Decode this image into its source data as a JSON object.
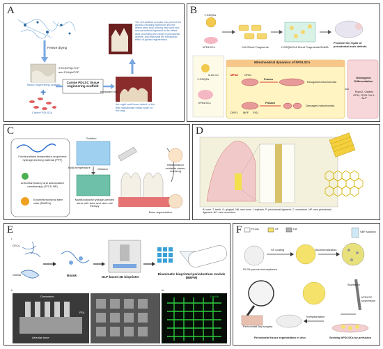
{
  "panels": {
    "a": {
      "label": "A",
      "freeze": "Freeze drying",
      "material1": "2%CS/2%β-TCP",
      "material2": "and 2%Hyb/TCP",
      "scaffold": "Tissue engineering scaffold",
      "plus": "+",
      "cells": "Canine PDLSCs",
      "center": "Canine PDLSC tissue engineering scaffold",
      "transplant": "transplant into",
      "defect": "the night wall bone defect of the first mandibular molar tooth of the dog",
      "note": "The cell scaffold complex can prevent the growth of binding epithelium into the defect area, thus forming new bone and new periodontal ligament in the defect area, promoting the repair of periodontal defects, and improving the therapeutic effect of guided regeneration."
    },
    "b": {
      "label": "B",
      "y_gsqd": "Y-GSQDs",
      "hpdlscs": "hPDLSCs",
      "frag": "Cell Sheet Fragments",
      "frag_gelma": "Y-GSQD/Cell Sheet Fragments/GelMA",
      "promote": "Promote the repair of periodontal bone defects",
      "mito": "Mitochondrial dynamics of hPDLSCs",
      "fusion": "Fusion",
      "fission": "Fission",
      "mfn": "MFN2",
      "opa": "OPA1",
      "drp": "DRP1",
      "mff": "MFF",
      "fis": "FIS1",
      "elong": "Elongated mitochondria",
      "damaged": "Damaged mitochondria",
      "size": "5-10 nm",
      "y2": "Y-GSQDs",
      "h2": "hPDLSCs",
      "osteo": "Osteogenic Differentiation",
      "markers": "Runx2, Osterix OPN, OCN Col-1, ALP"
    },
    "c": {
      "label": "C",
      "item1": "Functionalized temperature-responsive hydrogel-forming material (PPF)",
      "item2": "Anti-inflammatory and antioxidative nanotherapy (TFCD NP)",
      "item3": "Ectomesenchymal stem cells (EMSCs)",
      "solution": "Solution",
      "body_temp": "Body temperature",
      "gelation": "Gelation",
      "niche": "Multifunctional hydrogel-derived stem cell niche and stem cell therapy",
      "inflam": "Inflammation/ oxidative stress-resolving",
      "bone": "Bone regeneration"
    },
    "d": {
      "label": "D",
      "caption": "B: bone. T: teeth. G: gingival. NB: new bone. I: implants. P: periodontal ligament. C: cementum. NP: new periodontal ligament. NC: new cementum."
    },
    "e": {
      "label": "E",
      "i": "i",
      "dfcs": "DFCs",
      "gelma": "GelMA",
      "bioink": "Bioink",
      "printer": "DLP-based 3D bioprinter",
      "bbpm": "Biomimetic bioprinted periodontium module (BBPM)",
      "ii": "ii",
      "iii": "iii",
      "cementum": "Cementum",
      "pdl": "PDL",
      "alveolar": "Alveolar bone",
      "gelma2": "GelMA"
    },
    "f": {
      "label": "F",
      "plga": "PLGA",
      "sf": "SF",
      "ha": "HA",
      "sbf": "SBF solution",
      "sf_coating": "SF coating",
      "biomin": "Biomineralization",
      "micro": "PLGA porous microspheres",
      "surgery": "Periodontal flap surgery",
      "transplant": "Transplantation",
      "suspension": "hPDLSC suspension",
      "aspiration": "Aspiration",
      "invivo": "Periodontal tissue regeneration in vivo",
      "seeding": "Seeding hPDLSCs by perfusion"
    }
  },
  "colors": {
    "panel_b_pink": "#f8d7da",
    "panel_b_yellow": "#fff4c2",
    "panel_d_bg": "#f3f1dc",
    "panel_e_green": "#2ecc40",
    "plga_swatch": "#ffffff",
    "sf_swatch": "#f5e26a",
    "ha_swatch": "#b0b0b0"
  }
}
